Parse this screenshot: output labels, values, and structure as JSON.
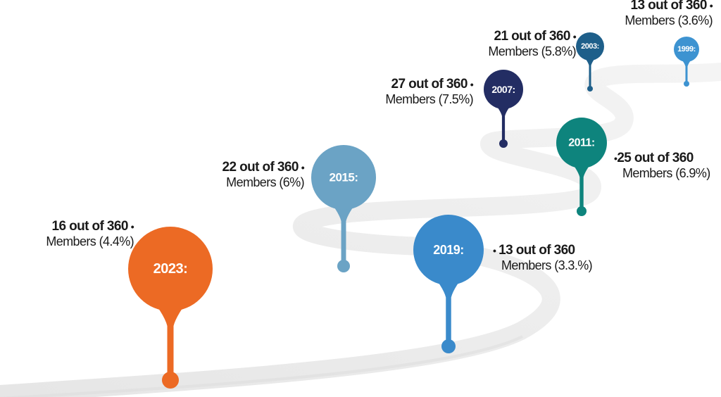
{
  "milestones": [
    {
      "year": "2023:",
      "count": "16 out of 360",
      "members": "Members (4.4%)",
      "color": "#EC6A24"
    },
    {
      "year": "2019:",
      "count": "13 out of 360",
      "members": "Members (3.3.%)",
      "color": "#3A8ACB"
    },
    {
      "year": "2015:",
      "count": "22 out of 360",
      "members": "Members (6%)",
      "color": "#6BA3C5"
    },
    {
      "year": "2011:",
      "count": "25 out of 360",
      "members": "Members (6.9%)",
      "color": "#0E847D"
    },
    {
      "year": "2007:",
      "count": "27 out of 360",
      "members": "Members (7.5%)",
      "color": "#232D63"
    },
    {
      "year": "2003:",
      "count": "21 out of 360",
      "members": "Members (5.8%)",
      "color": "#1E5F8A"
    },
    {
      "year": "1999:",
      "count": "13 out of 360",
      "members": "Members (3.6%)",
      "color": "#3D93D1"
    }
  ],
  "bullet": "•",
  "road_color": "#EDEDED"
}
